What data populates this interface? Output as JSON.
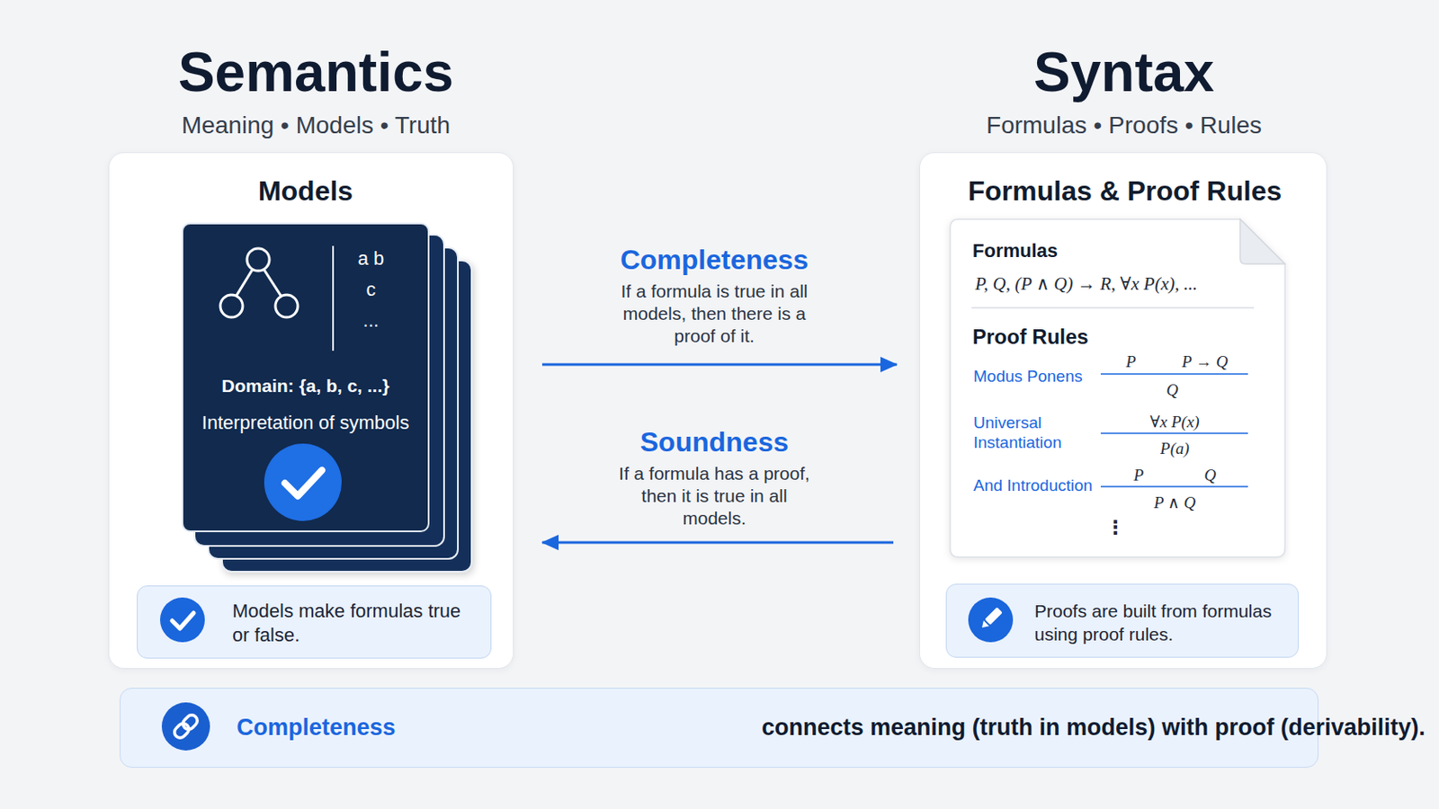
{
  "diagram": {
    "nodes": [
      {
        "text": [
          "Semantics",
          "Meaning • Models • Truth",
          "Models"
        ]
      },
      {
        "text": [
          "a b c ...",
          "Domain: {a, b, c, ...}",
          "Interpretation of symbols"
        ],
        "in": 0
      },
      {
        "text": [
          "Models make formulas true or false."
        ],
        "in": 0
      },
      {
        "text": [
          "Syntax",
          "Formulas • Proofs • Rules",
          "Formulas & Proof Rules"
        ]
      },
      {
        "text": [
          "Formulas",
          "P, Q, (P ∧ Q) → R, ∀x P(x), ...",
          "Proof Rules",
          "Modus Ponens",
          "P",
          "P → Q",
          "Q",
          "Universal Instantiation",
          "∀x P(x)",
          "P(a)",
          "And Introduction",
          "P",
          "Q",
          "P ∧ Q",
          "⋮"
        ],
        "in": 3
      },
      {
        "text": [
          "Proofs are built from formulas using proof rules."
        ],
        "in": 3
      },
      {
        "text": [
          "Completeness",
          "connects meaning (truth in models) with proof (derivability)."
        ]
      }
    ],
    "edges": [
      {
        "from": 0,
        "to": 3,
        "arrow": "to",
        "label": "Completeness"
      },
      {
        "from": 3,
        "to": 0,
        "arrow": "to",
        "label": "Soundness"
      }
    ],
    "labels": [
      "If a formula is true in all models, then there is a proof of it.",
      "If a formula has a proof, then it is true in all models."
    ]
  }
}
